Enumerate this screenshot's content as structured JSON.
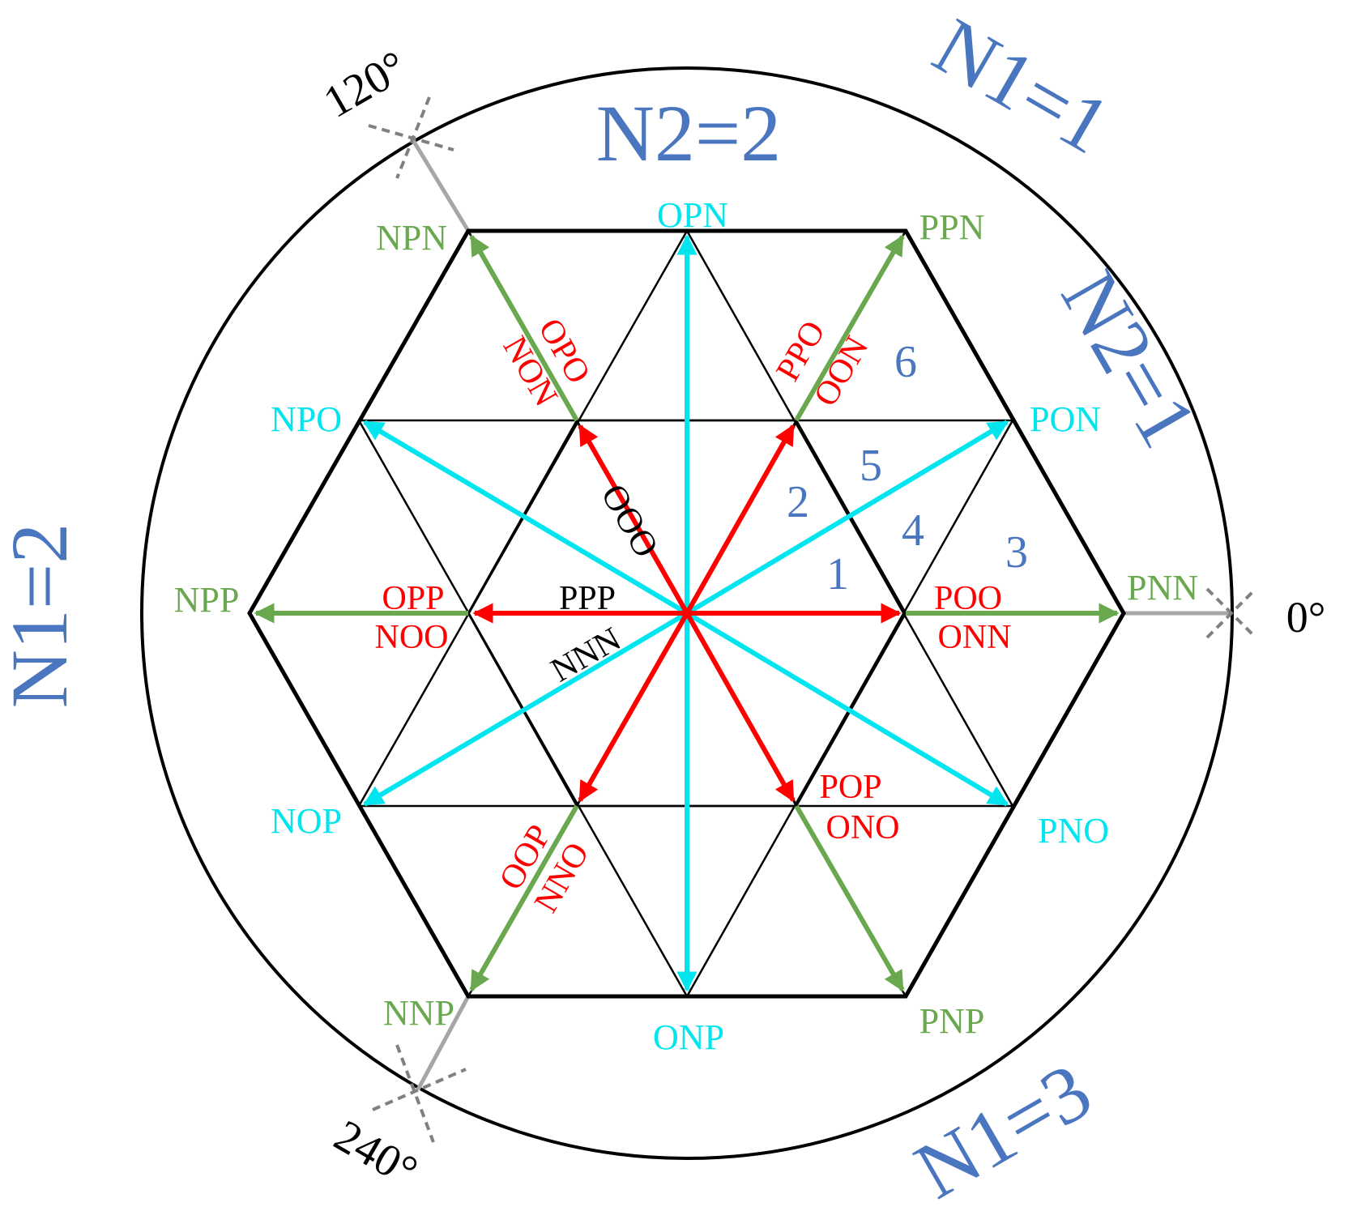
{
  "colors": {
    "outline": "#000000",
    "small_vector": "#ff0000",
    "medium_vector": "#00e5ee",
    "large_vector": "#6aa84f",
    "sector_label": "#4a76c0",
    "axis": "#a6a6a6",
    "axis_marker": "#808080"
  },
  "angles": {
    "a0": "0°",
    "a120": "120°",
    "a240": "240°"
  },
  "regions": {
    "n1_1": "N1=1",
    "n1_2": "N1=2",
    "n1_3": "N1=3",
    "n2_1": "N2=1",
    "n2_2": "N2=2"
  },
  "zero_vectors": {
    "ooo": "OOO",
    "ppp": "PPP",
    "nnn": "NNN"
  },
  "large_vectors": {
    "ppn": "PPN",
    "npn": "NPN",
    "npp": "NPP",
    "nnp": "NNP",
    "pnp": "PNP",
    "pnn": "PNN"
  },
  "medium_vectors": {
    "opn": "OPN",
    "npo": "NPO",
    "pon": "PON",
    "nop": "NOP",
    "pno": "PNO",
    "onp": "ONP"
  },
  "small_vectors": {
    "opo": "OPO",
    "non": "NON",
    "ppo": "PPO",
    "oon": "OON",
    "opp": "OPP",
    "noo": "NOO",
    "poo": "POO",
    "onn": "ONN",
    "oop": "OOP",
    "nno": "NNO",
    "pop": "POP",
    "ono": "ONO"
  },
  "subregions": {
    "r1": "1",
    "r2": "2",
    "r3": "3",
    "r4": "4",
    "r5": "5",
    "r6": "6"
  }
}
